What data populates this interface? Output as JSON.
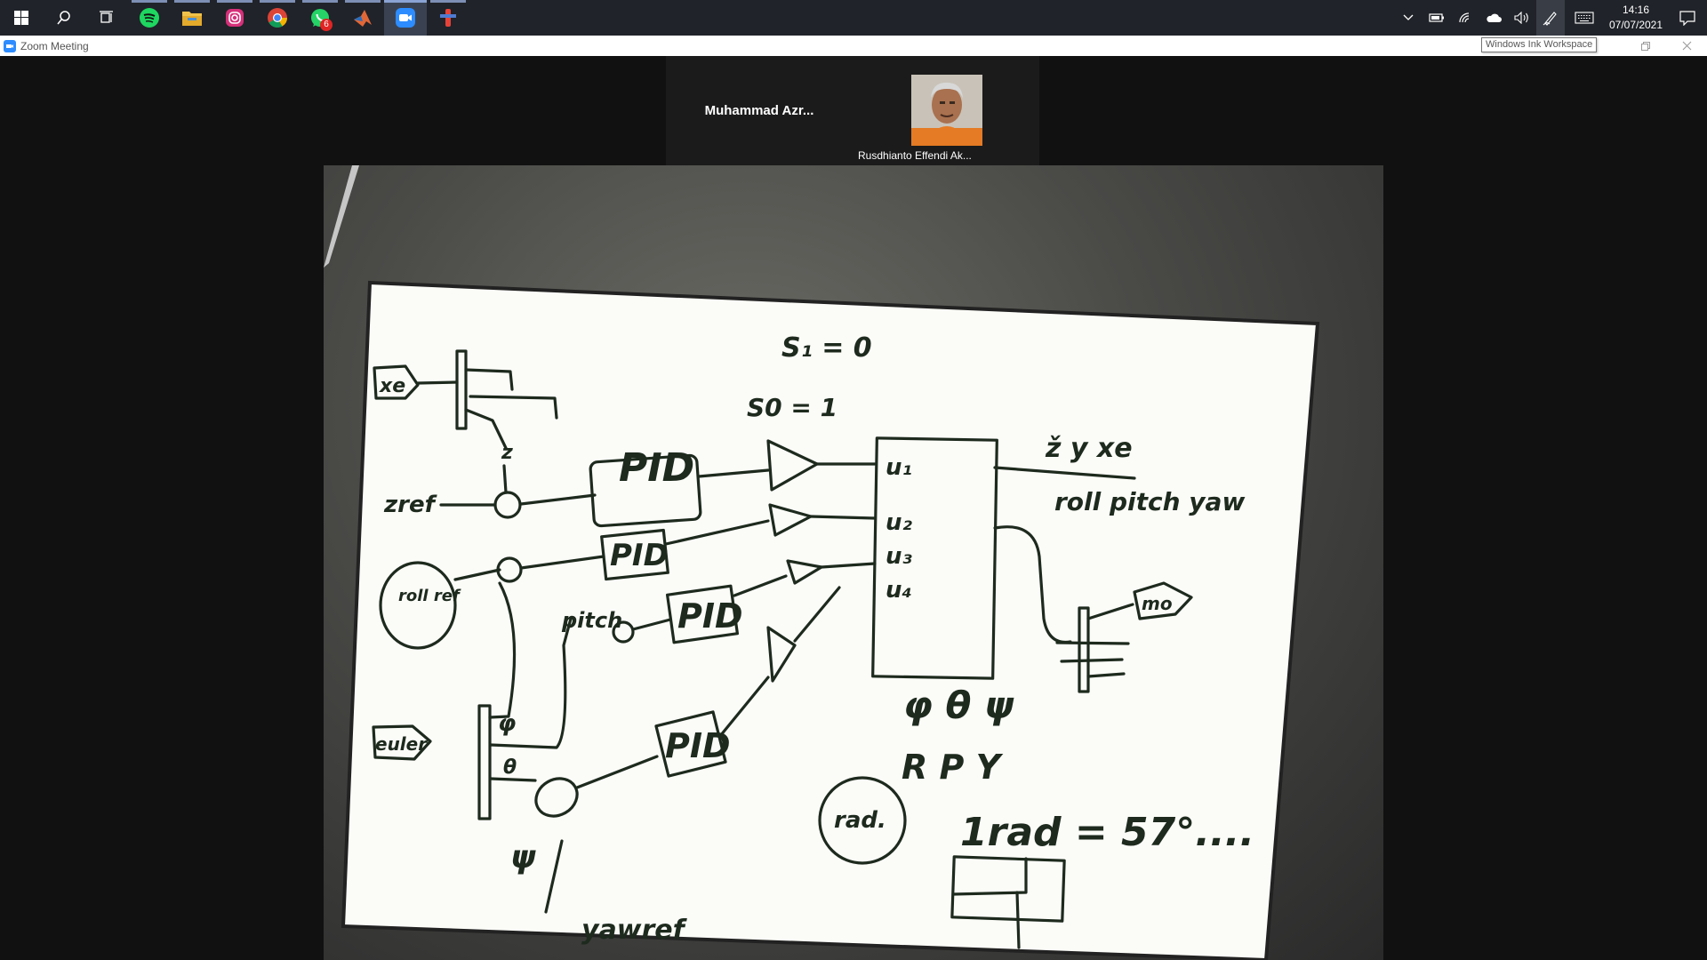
{
  "taskbar": {
    "apps": [
      {
        "name": "start-icon"
      },
      {
        "name": "search-icon"
      },
      {
        "name": "task-view-icon"
      },
      {
        "name": "spotify-icon"
      },
      {
        "name": "file-explorer-icon"
      },
      {
        "name": "instagram-icon"
      },
      {
        "name": "chrome-icon"
      },
      {
        "name": "whatsapp-icon",
        "badge": "6"
      },
      {
        "name": "matlab-icon"
      },
      {
        "name": "zoom-icon"
      },
      {
        "name": "presenter-icon"
      }
    ],
    "clock": {
      "time": "14:16",
      "date": "07/07/2021"
    }
  },
  "window": {
    "title": "Zoom Meeting",
    "tooltip": "Windows Ink Workspace"
  },
  "participants": [
    {
      "name": "Muhammad  Azr..."
    },
    {
      "name": "Rusdhianto Effendi Ak..."
    }
  ],
  "whiteboard": {
    "labels": {
      "s1": "S₁ = 0",
      "s0": "S0 = 1",
      "xe": "xe",
      "z": "z",
      "zref": "zref",
      "roll_ref": "roll ref",
      "pitch": "pitch",
      "phi": "φ",
      "euler": "euler",
      "psi": "ψ",
      "theta": "θ",
      "yaw_ref": "yawref",
      "pid": "PID",
      "u1": "u₁",
      "u2": "u₂",
      "u3": "u₃",
      "u4": "u₄",
      "outputs": "ž y xe",
      "roll_pitch_yaw": "roll pitch yaw",
      "rpy_greek": "φ θ ψ",
      "rpy": "R P Y",
      "rad": "rad.",
      "rad_eq": "1rad = 57°....",
      "mux_out": "mo"
    }
  },
  "colors": {
    "taskbar": "#202329",
    "meeting_bg": "#111111",
    "tile_bg": "#1b1b1b",
    "ink": "#1d2a1d"
  }
}
